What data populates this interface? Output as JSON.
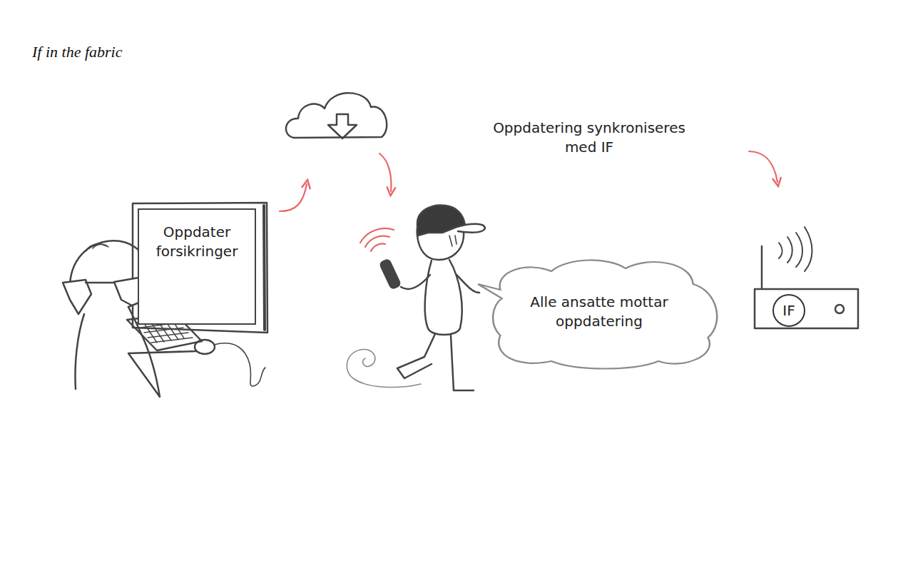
{
  "diagram": {
    "title": "If in the fabric",
    "nodes": [
      {
        "text": [
          "Oppdater forsikringer"
        ]
      },
      {
        "text": [
          "Alle ansatte mottar oppdatering"
        ]
      },
      {
        "text": [
          "IF"
        ]
      }
    ],
    "labels": [
      "Oppdatering synkroniseres med IF"
    ]
  }
}
